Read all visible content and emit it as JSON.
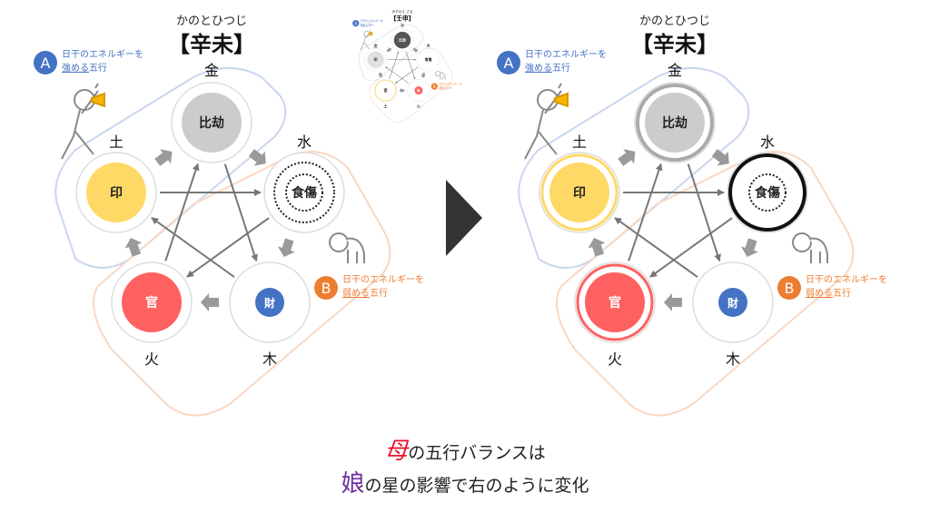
{
  "colors": {
    "blue": "#4472c4",
    "orange": "#ed7d31",
    "gray": "#cccccc",
    "yellow": "#ffd966",
    "red": "#ff6161",
    "dark": "#555555",
    "arrow": "#999999"
  },
  "left": {
    "reading": "かのとひつじ",
    "title": "【辛未】",
    "nodes": [
      {
        "element": "金",
        "label": "比劫",
        "fill": "#cccccc",
        "text": "#222",
        "ring": "none"
      },
      {
        "element": "水",
        "label": "食傷",
        "fill": "#ffffff",
        "text": "#222",
        "ring": "dotted"
      },
      {
        "element": "木",
        "label": "財",
        "fill": "#4472c4",
        "text": "#fff",
        "ring": "none"
      },
      {
        "element": "火",
        "label": "官",
        "fill": "#ff6161",
        "text": "#fff",
        "ring": "none"
      },
      {
        "element": "土",
        "label": "印",
        "fill": "#ffd966",
        "text": "#222",
        "ring": "none"
      }
    ]
  },
  "right": {
    "reading": "かのとひつじ",
    "title": "【辛未】",
    "nodes": [
      {
        "element": "金",
        "label": "比劫",
        "fill": "#cccccc",
        "text": "#222",
        "ring": "gray"
      },
      {
        "element": "水",
        "label": "食傷",
        "fill": "#ffffff",
        "text": "#222",
        "ring": "black"
      },
      {
        "element": "木",
        "label": "財",
        "fill": "#4472c4",
        "text": "#fff",
        "ring": "none"
      },
      {
        "element": "火",
        "label": "官",
        "fill": "#ff6161",
        "text": "#fff",
        "ring": "red-double"
      },
      {
        "element": "土",
        "label": "印",
        "fill": "#ffd966",
        "text": "#222",
        "ring": "yellow"
      }
    ]
  },
  "inset": {
    "reading": "みずのえ さる",
    "title": "【壬申】",
    "nodes": [
      {
        "element": "水",
        "label": "比劫",
        "fill": "#555555",
        "text": "#fff",
        "ring": "none"
      },
      {
        "element": "木",
        "label": "食傷",
        "fill": "#ffffff",
        "text": "#222",
        "ring": "none"
      },
      {
        "element": "火",
        "label": "財",
        "fill": "#ff6161",
        "text": "#fff",
        "ring": "none"
      },
      {
        "element": "土",
        "label": "官",
        "fill": "#ffffff",
        "text": "#222",
        "ring": "yellow"
      },
      {
        "element": "金",
        "label": "印",
        "fill": "#e0e0e0",
        "text": "#222",
        "ring": "none"
      }
    ]
  },
  "legend": {
    "a_badge": "A",
    "a_line1": "日干のエネルギーを",
    "a_line2_underlined": "強める",
    "a_line2_rest": "五行",
    "b_badge": "B",
    "b_line1": "日干のエネルギーを",
    "b_line2_underlined": "弱める",
    "b_line2_rest": "五行"
  },
  "caption": {
    "line1_highlight": "母",
    "line1_rest": "の五行バランスは",
    "line2_highlight": "娘",
    "line2_rest": "の星の影響で右のように変化"
  }
}
